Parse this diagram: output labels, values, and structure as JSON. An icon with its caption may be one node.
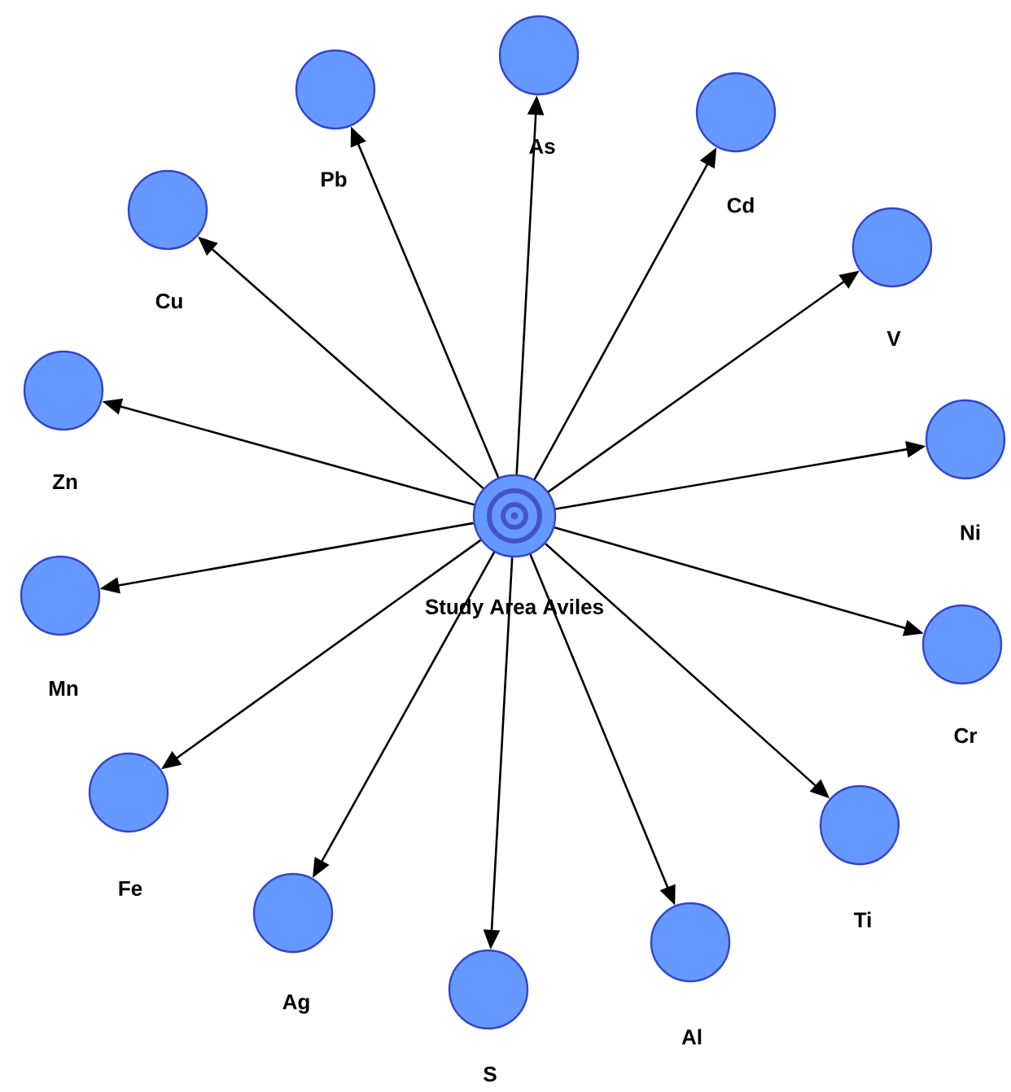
{
  "diagram": {
    "nodes": [
      {
        "text": [
          "Study Area Aviles"
        ]
      },
      {
        "text": [
          "As"
        ]
      },
      {
        "text": [
          "Cd"
        ]
      },
      {
        "text": [
          "V"
        ]
      },
      {
        "text": [
          "Ni"
        ]
      },
      {
        "text": [
          "Cr"
        ]
      },
      {
        "text": [
          "Ti"
        ]
      },
      {
        "text": [
          "Al"
        ]
      },
      {
        "text": [
          "S"
        ]
      },
      {
        "text": [
          "Ag"
        ]
      },
      {
        "text": [
          "Fe"
        ]
      },
      {
        "text": [
          "Mn"
        ]
      },
      {
        "text": [
          "Zn"
        ]
      },
      {
        "text": [
          "Cu"
        ]
      },
      {
        "text": [
          "Pb"
        ]
      }
    ],
    "edges": [
      {
        "from": 0,
        "to": 1,
        "arrow": "to"
      },
      {
        "from": 0,
        "to": 2,
        "arrow": "to"
      },
      {
        "from": 0,
        "to": 3,
        "arrow": "to"
      },
      {
        "from": 0,
        "to": 4,
        "arrow": "to"
      },
      {
        "from": 0,
        "to": 5,
        "arrow": "to"
      },
      {
        "from": 0,
        "to": 6,
        "arrow": "to"
      },
      {
        "from": 0,
        "to": 7,
        "arrow": "to"
      },
      {
        "from": 0,
        "to": 8,
        "arrow": "to"
      },
      {
        "from": 0,
        "to": 9,
        "arrow": "to"
      },
      {
        "from": 0,
        "to": 10,
        "arrow": "to"
      },
      {
        "from": 0,
        "to": 11,
        "arrow": "to"
      },
      {
        "from": 0,
        "to": 12,
        "arrow": "to"
      },
      {
        "from": 0,
        "to": 13,
        "arrow": "to"
      },
      {
        "from": 0,
        "to": 14,
        "arrow": "to"
      }
    ]
  }
}
